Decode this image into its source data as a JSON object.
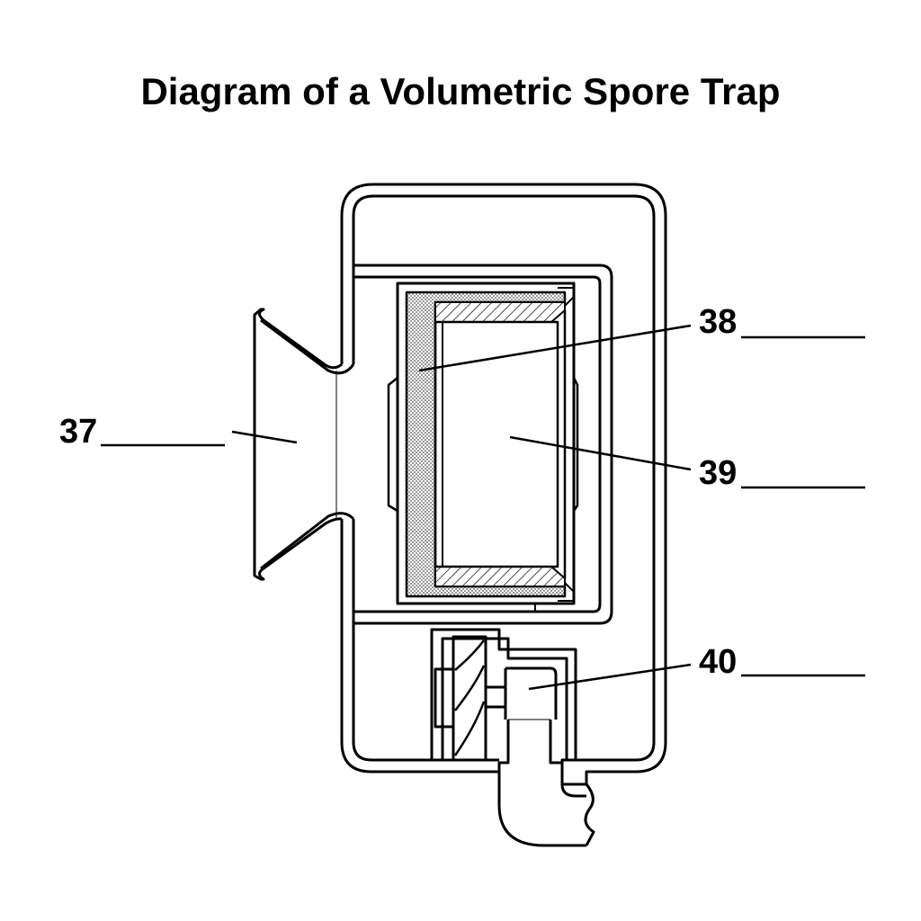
{
  "title": "Diagram of a Volumetric Spore Trap",
  "labels": {
    "label_37": "37",
    "label_38": "38",
    "label_39": "39",
    "label_40": "40"
  },
  "colors": {
    "ink": "#000000",
    "background": "#ffffff",
    "hatch_gray": "#bdbdbd"
  }
}
